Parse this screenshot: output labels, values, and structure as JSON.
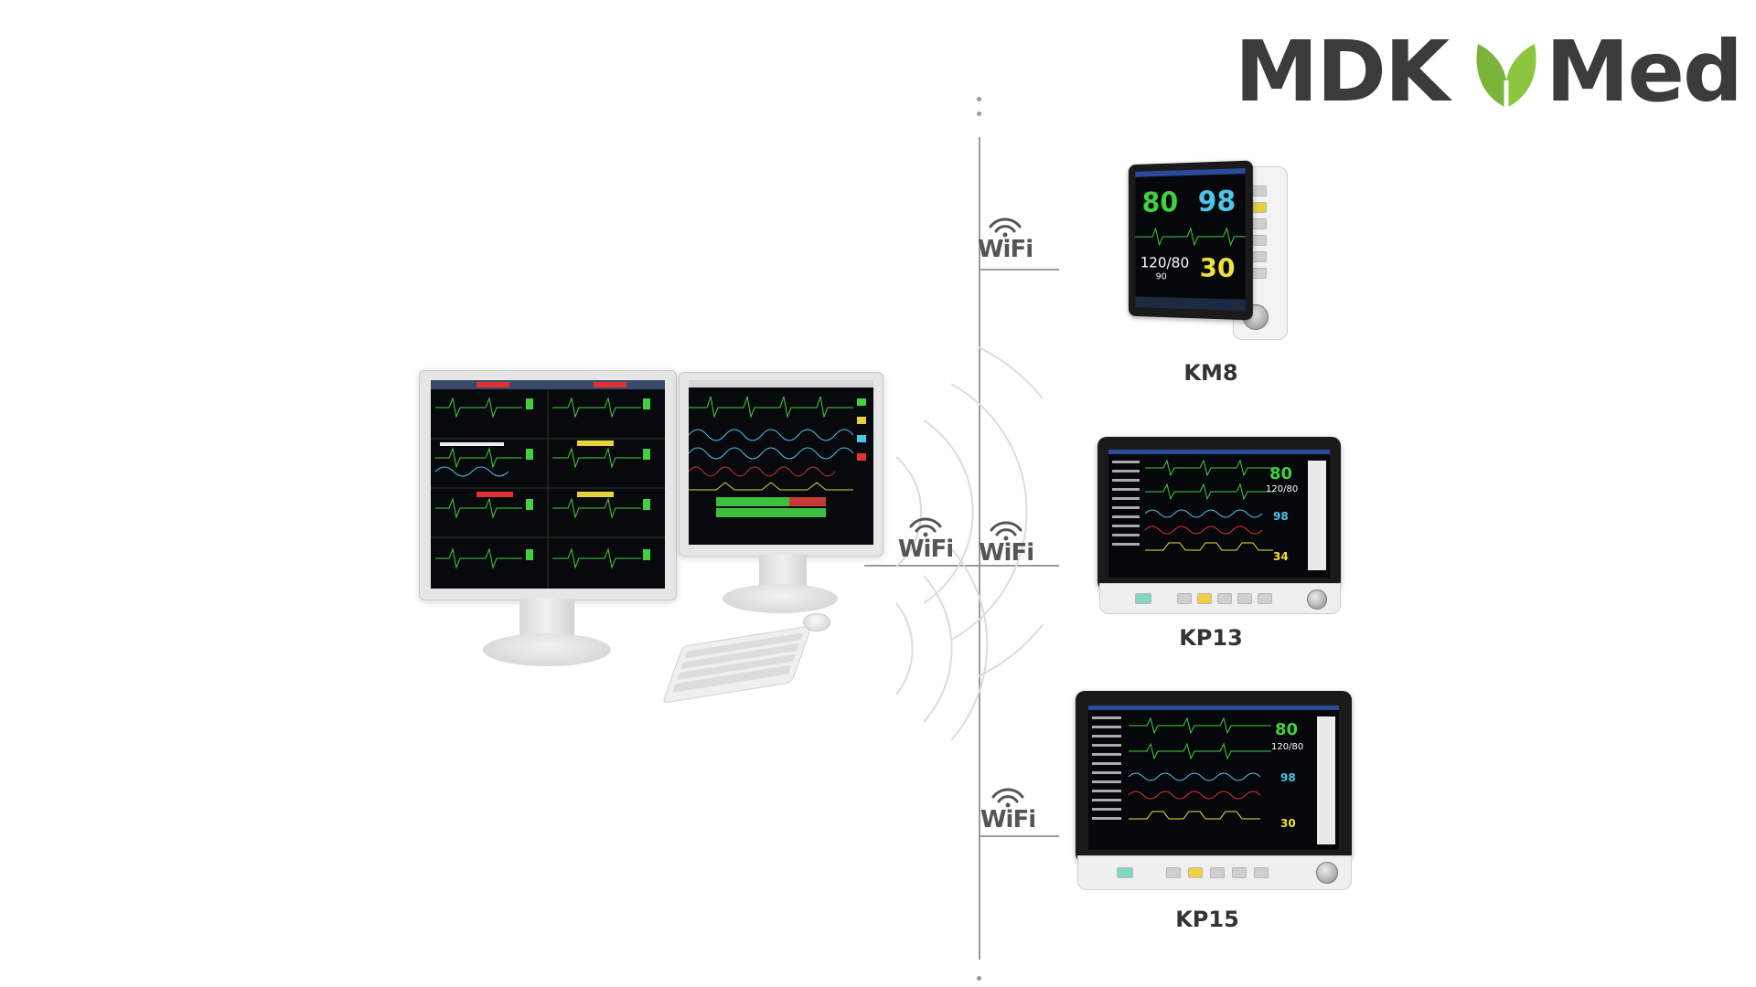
{
  "logo": {
    "left_text": "MDK",
    "right_text": "Med",
    "brand_color": "#4a4a4a",
    "leaf_color": "#7ab43a",
    "icon": "leaf-icon"
  },
  "network": {
    "wifi_label": "WiFi",
    "icon": "wifi-icon",
    "line_color": "#9a9a9a"
  },
  "devices": [
    {
      "label": "KM8",
      "hr": "80",
      "spo2": "98",
      "nibp": "120/80",
      "nibp_mean": "90",
      "resp": "30"
    },
    {
      "label": "KP13",
      "hr": "80",
      "spo2": "98",
      "nibp": "120/80",
      "resp": "34"
    },
    {
      "label": "KP15",
      "hr": "80",
      "spo2": "98",
      "nibp": "120/80",
      "resp": "30"
    }
  ],
  "central_station": {
    "screens": 2
  }
}
